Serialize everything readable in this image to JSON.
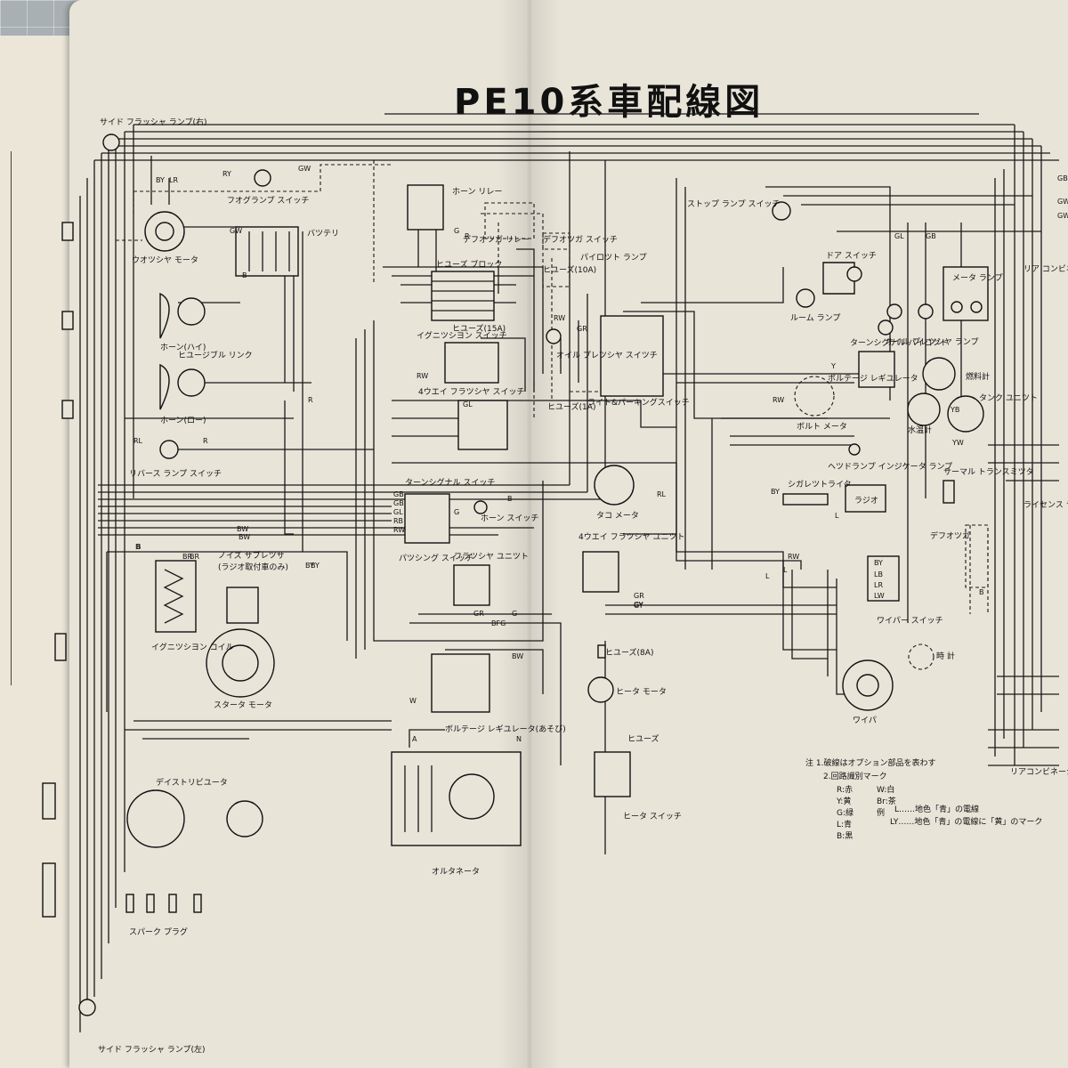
{
  "title": "PE10系車配線図",
  "components": {
    "side_flasher_right": "サイド フラッシャ ランプ(右)",
    "side_flasher_left": "サイド フラッシャ ランプ(左)",
    "fog_switch": "フオグランプ スイッチ",
    "washer_motor": "ウオツシヤ モータ",
    "battery": "バツテリ",
    "horn_high": "ホーン(ハイ)",
    "horn_low": "ホーン(ロー)",
    "fusible_link": "ヒユージブル リンク",
    "reverse_switch": "リバース ランプ スイッチ",
    "noise_suppressor": "ノイズ サプレツサ",
    "noise_note": "(ラジオ取付車のみ)",
    "ignition_coil": "イグニツシヨン コイル",
    "starter_motor": "スタータ モータ",
    "distributor": "デイストリビユータ",
    "spark_plug": "スパーク プラグ",
    "horn_relay": "ホーン リレー",
    "defog_relay": "デフオツガ リレー",
    "fuse_block": "ヒユーズ ブロック",
    "fuse_15a": "ヒユーズ(15A)",
    "ignition_switch": "イグニツシヨン スイッチ",
    "hazard_switch": "4ウエイ フラツシヤ スイッチ",
    "turn_signal_switch": "ターンシグナル スイッチ",
    "horn_switch": "ホーン スイッチ",
    "passing_switch": "パツシング スイッチ",
    "flasher_unit": "フラツシヤ ユニツト",
    "hazard_unit": "4ウエイ フラツシヤ ユニツト",
    "tacho": "タコ メータ",
    "fuse_8a": "ヒユーズ(8A)",
    "heater_motor": "ヒータ モータ",
    "voltage_reg_spare": "ボルテージ レギユレータ(あそび)",
    "alternator": "オルタネータ",
    "fuse": "ヒユーズ",
    "heater_switch": "ヒータ スイッチ",
    "defog_switch": "デフオツガ スイッチ",
    "fuse_10a": "ヒユーズ(10A)",
    "pilot_lamp": "パイロツト ランプ",
    "oil_switch": "オイル プレツシヤ スイツチ",
    "light_switch": "ライト&パーキングスイッチ",
    "fuse_1a": "ヒユーズ(1A)",
    "stop_switch": "ストップ ランプ スイッチ",
    "door_switch": "ドア スイッチ",
    "room_lamp": "ルーム ランプ",
    "turn_pilot": "ターンシグナル パイロツト",
    "meter_lamp": "メータ ランプ",
    "oil_pressure_lamp": "オイル プレツシヤ ランプ",
    "voltage_regulator": "ボルテージ レギユレータ",
    "fuel_gauge": "燃料計",
    "volt_meter": "ボルト メータ",
    "water_temp": "水温計",
    "tank_unit": "タンク ユニツト",
    "headlamp_indicator": "ヘツドランプ インジケータ ランプ",
    "cigarette_lighter": "シガレツトライタ",
    "radio": "ラジオ",
    "thermal": "サーマル トランスミツタ",
    "defogger": "デフオツガ",
    "wiper_switch": "ワイパー スイッチ",
    "clock": "時 計",
    "wiper": "ワイパ",
    "license": "ライセンス ラ",
    "rear_combi": "リア コンビネ",
    "rear_combi2": "リアコンビネーシヨン"
  },
  "note": {
    "line1": "注 1.破線はオプション部品を表わす",
    "line2": "2.回路識別マーク",
    "r": "R:赤",
    "w": "W:白",
    "y": "Y:黄",
    "br": "Br:茶",
    "g": "G:緑",
    "l": "L:青",
    "b": "B:黒",
    "example": "例",
    "l_desc": "L……地色「青」の電線",
    "ly_desc": "LY……地色「青」の電線に「黄」のマーク"
  },
  "wire_codes": [
    "GB",
    "RY",
    "GW",
    "BY",
    "LR",
    "GW",
    "B",
    "GL",
    "G",
    "GB",
    "R",
    "RL",
    "R",
    "R",
    "BW",
    "BR",
    "B",
    "BY",
    "GB",
    "GL",
    "RB",
    "RW",
    "G",
    "B",
    "RL",
    "GR",
    "GY",
    "RW",
    "L",
    "BY",
    "LB",
    "LR",
    "LW",
    "YB",
    "RW",
    "YW",
    "BY",
    "L",
    "Y",
    "GB",
    "GW",
    "GL",
    "RW",
    "GW",
    "GR",
    "BW",
    "W",
    "A",
    "N",
    "G",
    "B",
    "GR",
    "BFG",
    "GY",
    "L",
    "B",
    "BW",
    "BR",
    "BY",
    "RW"
  ],
  "colors": {
    "paper": "#e8e4d8",
    "ink": "#1a1a1a",
    "mat": "#a8b0b4"
  }
}
